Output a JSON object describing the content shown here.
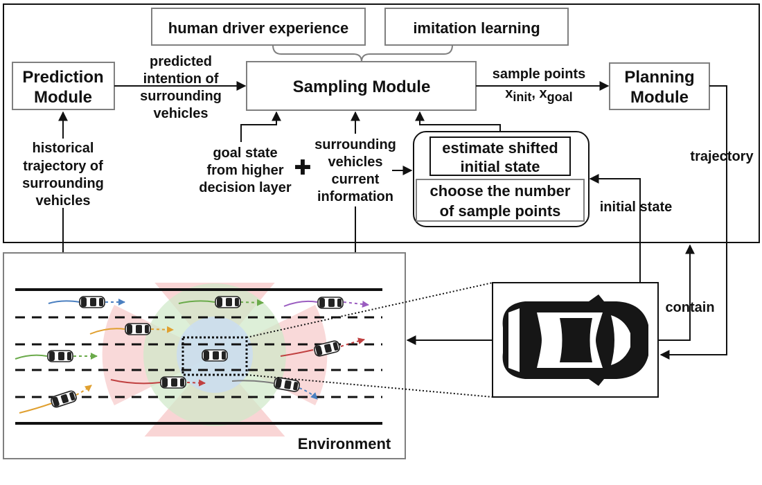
{
  "colors": {
    "box_border": "#7f7f7f",
    "line": "#111111",
    "background": "#ffffff",
    "sector_red": "#f4b3b3",
    "sector_green": "#cfe8c7",
    "sector_blue": "#c9dcf2",
    "traj_blue": "#4a7fc0",
    "traj_orange": "#e0a030",
    "traj_green": "#6aaa4a",
    "traj_purple": "#9a5cc0",
    "traj_red": "#c04040"
  },
  "top_boxes": {
    "human_driver": "human driver experience",
    "imitation": "imitation learning"
  },
  "modules": {
    "prediction": [
      "Prediction",
      "Module"
    ],
    "sampling": "Sampling Module",
    "planning": [
      "Planning",
      "Module"
    ]
  },
  "labels": {
    "predicted_intention": [
      "predicted",
      "intention of",
      "surrounding",
      "vehicles"
    ],
    "sample_points": "sample points",
    "x_init": "x",
    "x_init_sub": "init",
    "x_sep": ", ",
    "x_goal": "x",
    "x_goal_sub": "goal",
    "historical": [
      "historical",
      "trajectory of",
      "surrounding",
      "vehicles"
    ],
    "goal_state": [
      "goal state",
      "from higher",
      "decision layer"
    ],
    "plus": "✚",
    "surrounding_info": [
      "surrounding",
      "vehicles",
      "current",
      "information"
    ],
    "estimate_shifted": [
      "estimate shifted",
      "initial state"
    ],
    "choose_number": [
      "choose the number",
      "of sample points"
    ],
    "initial_state": "initial state",
    "trajectory": "trajectory",
    "contain": "contain",
    "environment": "Environment"
  },
  "icons": {
    "ego_car": "car-topview-icon",
    "vehicle": "car-icon",
    "plus": "plus-icon"
  }
}
